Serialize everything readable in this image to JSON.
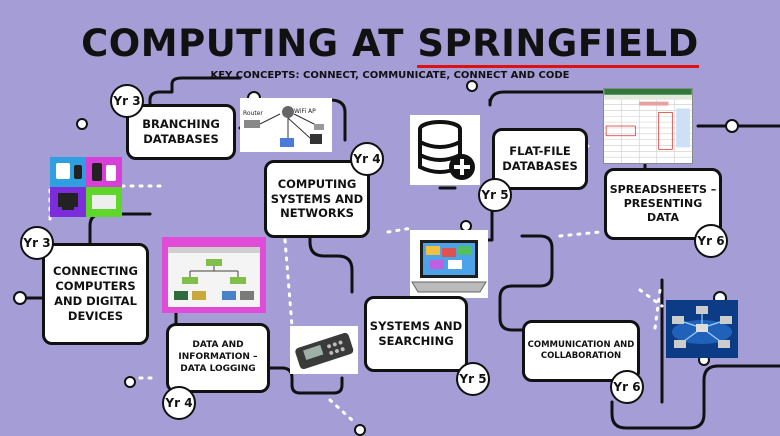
{
  "title": {
    "part1": "COMPUTING AT ",
    "part2": "SPRINGFIELD"
  },
  "subtitle": "KEY CONCEPTS: CONNECT, COMMUNICATE, CONNECT AND CODE",
  "units": {
    "connecting": {
      "label": "CONNECTING COMPUTERS AND DIGITAL DEVICES",
      "year": "Yr 3"
    },
    "branching": {
      "label": "BRANCHING DATABASES",
      "year": "Yr 3"
    },
    "computing_systems": {
      "label": "COMPUTING SYSTEMS AND NETWORKS",
      "year": "Yr 4"
    },
    "data_logging": {
      "label": "DATA AND INFORMATION – DATA LOGGING",
      "year": "Yr 4"
    },
    "flat_file": {
      "label": "FLAT-FILE DATABASES",
      "year": "Yr 5"
    },
    "systems_searching": {
      "label": "SYSTEMS AND SEARCHING",
      "year": "Yr 5"
    },
    "spreadsheets": {
      "label": "SPREADSHEETS – PRESENTING DATA",
      "year": "Yr 6"
    },
    "communication": {
      "label": "COMMUNICATION AND COLLABORATION",
      "year": "Yr 6"
    }
  },
  "network_diagram": {
    "router": "Router",
    "wifi": "WiFi AP"
  },
  "colors": {
    "background": "#a59dd6",
    "road": "#111111",
    "dots": "#ffffff",
    "title_underline": "#dd1111"
  }
}
